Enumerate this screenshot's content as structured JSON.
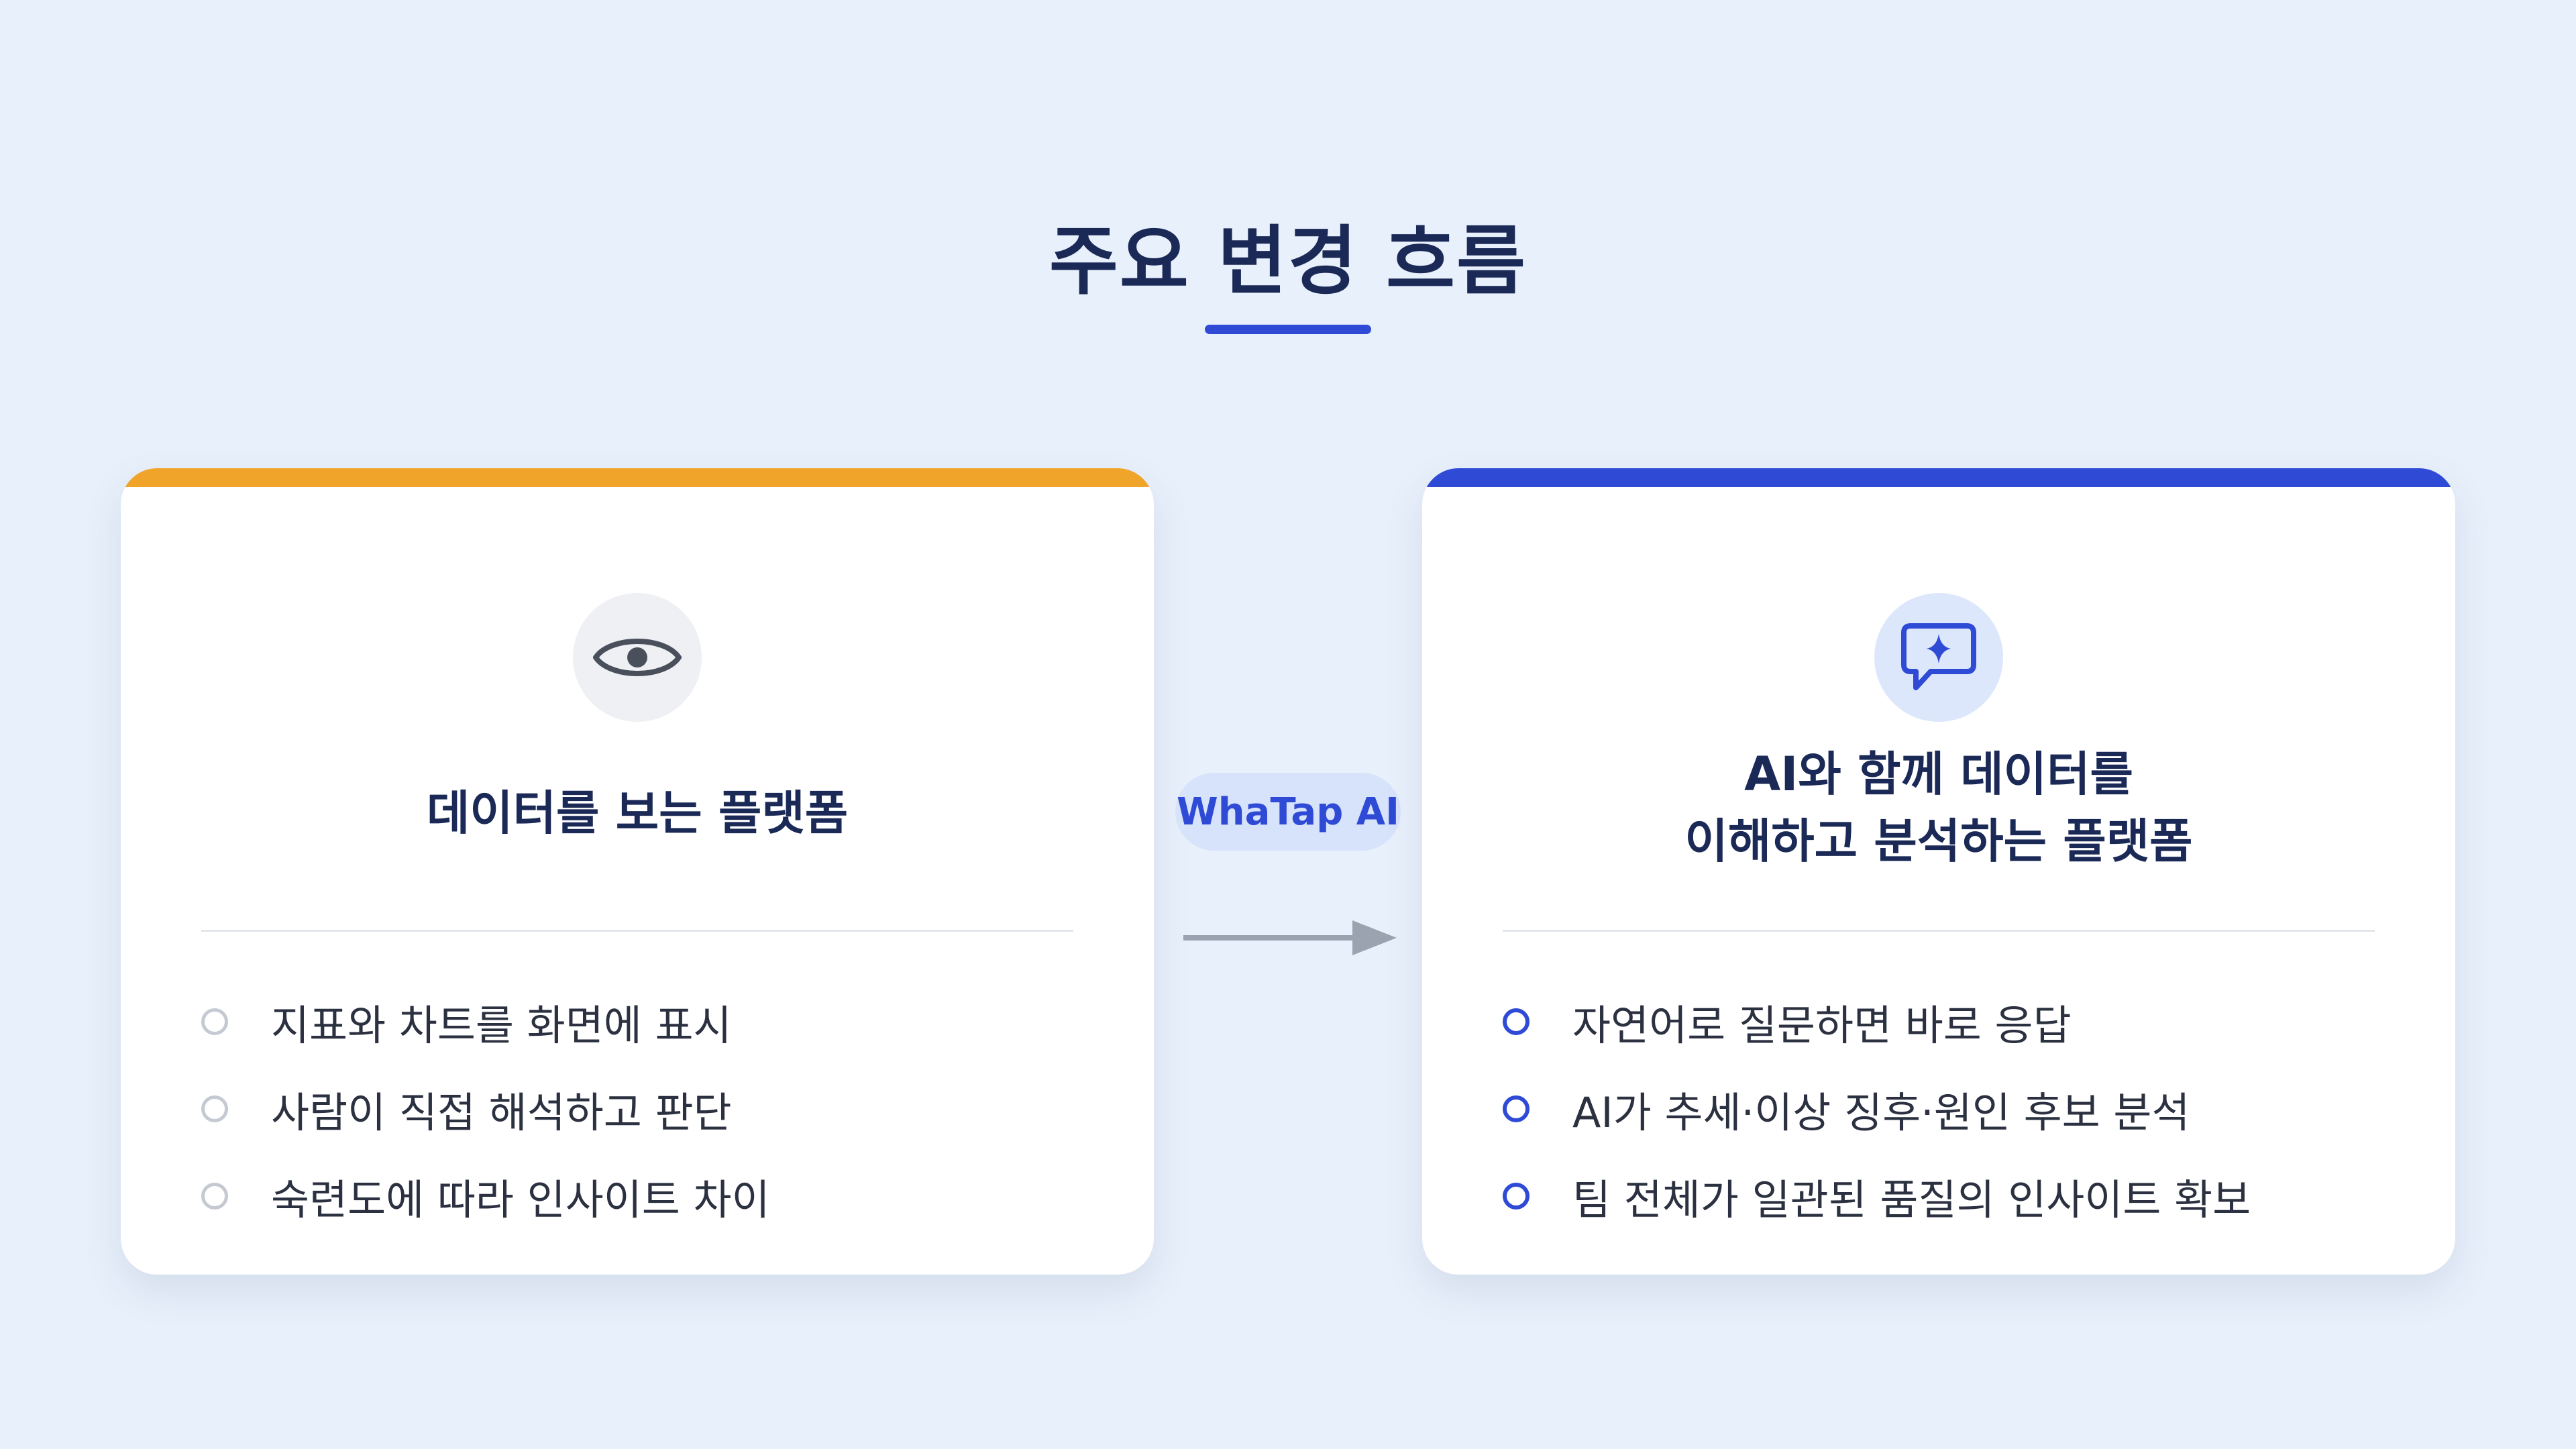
{
  "title": "주요 변경 흐름",
  "connector": {
    "badge_label": "WhaTap AI"
  },
  "cards": [
    {
      "icon": "eye-icon",
      "heading_lines": [
        "데이터를 보는 플랫폼"
      ],
      "items": [
        "지표와 차트를 화면에 표시",
        "사람이 직접 해석하고 판단",
        "숙련도에 따라 인사이트 차이"
      ]
    },
    {
      "icon": "ai-chat-sparkle-icon",
      "heading_lines": [
        "AI와 함께 데이터를",
        "이해하고 분석하는 플랫폼"
      ],
      "items": [
        "자연어로 질문하면 바로 응답",
        "AI가 추세·이상 징후·원인 후보 분석",
        "팀 전체가 일관된 품질의 인사이트 확보"
      ]
    }
  ],
  "colors": {
    "background": "#e8f0fb",
    "before_accent": "#f0a42a",
    "after_accent": "#2f4bd6",
    "heading_text": "#1b2957"
  }
}
